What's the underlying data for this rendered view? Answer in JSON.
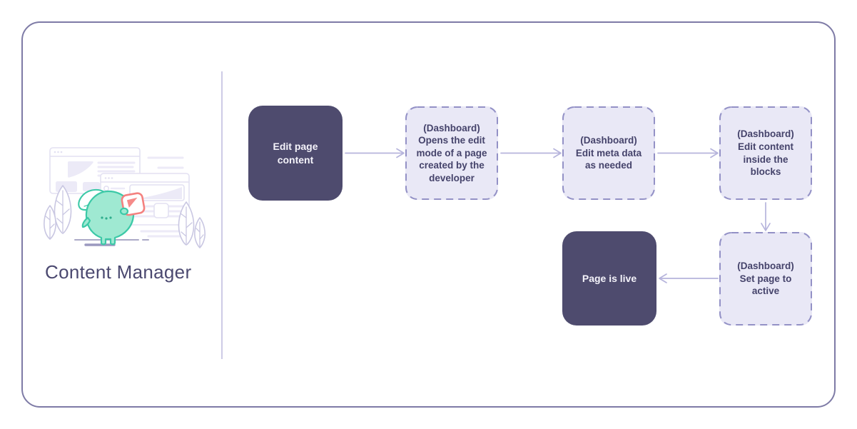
{
  "panel": {
    "label": "Content Manager",
    "illustration": "mascot-holding-card-with-browser-windows-and-plants"
  },
  "flow": {
    "nodes": [
      {
        "id": "edit-page-content",
        "type": "solid",
        "label": "Edit page\ncontent"
      },
      {
        "id": "open-edit-mode",
        "type": "dashed",
        "label": "(Dashboard)\nOpens the edit\nmode of a page\ncreated by the\ndeveloper"
      },
      {
        "id": "edit-meta-data",
        "type": "dashed",
        "label": "(Dashboard)\nEdit meta data\nas needed"
      },
      {
        "id": "edit-content-blocks",
        "type": "dashed",
        "label": "(Dashboard)\nEdit content\ninside the\nblocks"
      },
      {
        "id": "set-page-active",
        "type": "dashed",
        "label": "(Dashboard)\nSet page to\nactive"
      },
      {
        "id": "page-is-live",
        "type": "solid",
        "label": "Page is live"
      }
    ],
    "edges": [
      {
        "from": "edit-page-content",
        "to": "open-edit-mode",
        "direction": "right"
      },
      {
        "from": "open-edit-mode",
        "to": "edit-meta-data",
        "direction": "right"
      },
      {
        "from": "edit-meta-data",
        "to": "edit-content-blocks",
        "direction": "right"
      },
      {
        "from": "edit-content-blocks",
        "to": "set-page-active",
        "direction": "down"
      },
      {
        "from": "set-page-active",
        "to": "page-is-live",
        "direction": "left"
      }
    ]
  },
  "colors": {
    "frame_border": "#7e7ba6",
    "divider": "#cdcbe6",
    "node_solid_bg": "#4e4b6e",
    "node_solid_text": "#f4f3fa",
    "node_dashed_bg": "#e9e8f6",
    "node_dashed_border": "#9391c6",
    "node_dashed_text": "#45436b",
    "arrow": "#b6b4dc",
    "label_text": "#4b4970",
    "mascot_stroke": "#3cc9a7",
    "mascot_fill": "#9fe9d2",
    "card_accent": "#f4817f",
    "il_line": "#e3e1f2",
    "plant_line": "#c9c7e2"
  }
}
